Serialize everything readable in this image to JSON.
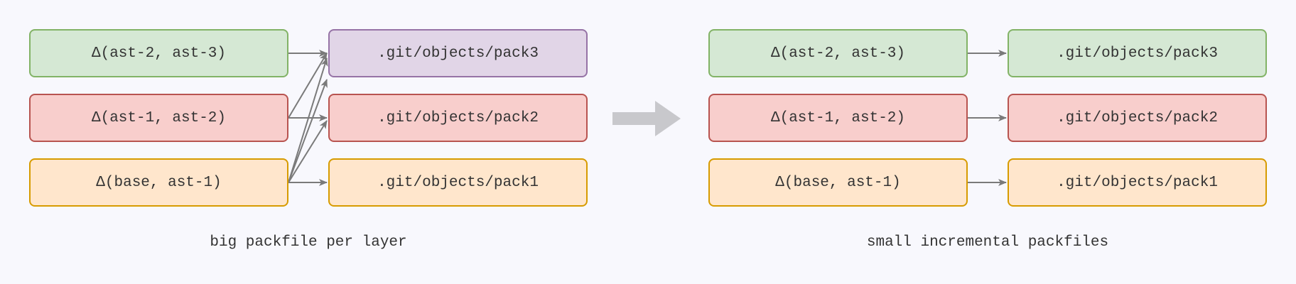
{
  "colors": {
    "green_fill": "#d5e8d4",
    "green_stroke": "#82b366",
    "red_fill": "#f8cecc",
    "red_stroke": "#b85450",
    "orange_fill": "#ffe6cc",
    "orange_stroke": "#d79b00",
    "purple_fill": "#e1d5e7",
    "purple_stroke": "#9673a6",
    "connector": "#7a7a7a",
    "big_arrow": "#c8c8cc"
  },
  "left": {
    "deltas": [
      {
        "label": "Δ(ast-2, ast-3)",
        "color": "green"
      },
      {
        "label": "Δ(ast-1, ast-2)",
        "color": "red"
      },
      {
        "label": "Δ(base, ast-1)",
        "color": "orange"
      }
    ],
    "packs": [
      {
        "label": ".git/objects/pack3",
        "color": "purple"
      },
      {
        "label": ".git/objects/pack2",
        "color": "red"
      },
      {
        "label": ".git/objects/pack1",
        "color": "orange"
      }
    ],
    "caption": "big packfile per layer"
  },
  "right": {
    "deltas": [
      {
        "label": "Δ(ast-2, ast-3)",
        "color": "green"
      },
      {
        "label": "Δ(ast-1, ast-2)",
        "color": "red"
      },
      {
        "label": "Δ(base, ast-1)",
        "color": "orange"
      }
    ],
    "packs": [
      {
        "label": ".git/objects/pack3",
        "color": "green"
      },
      {
        "label": ".git/objects/pack2",
        "color": "red"
      },
      {
        "label": ".git/objects/pack1",
        "color": "orange"
      }
    ],
    "caption": "small incremental packfiles"
  }
}
